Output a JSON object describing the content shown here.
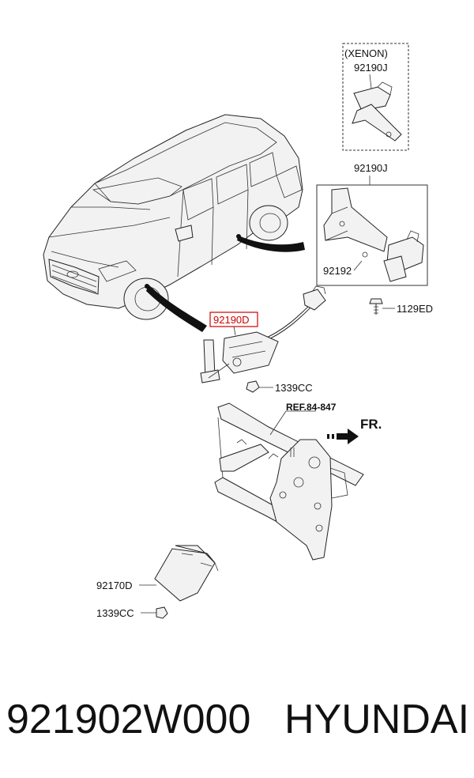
{
  "callouts": {
    "xenon": "(XENON)",
    "p_92190J_xenon": "92190J",
    "p_92190J": "92190J",
    "p_92192": "92192",
    "p_1129ED": "1129ED",
    "p_92190D": "92190D",
    "p_1339CC_top": "1339CC",
    "ref": "REF.84-847",
    "fr": "FR.",
    "p_92170D": "92170D",
    "p_1339CC_bottom": "1339CC"
  },
  "footer": {
    "part_number": "921902W000",
    "brand": "HYUNDAI"
  },
  "colors": {
    "highlight": "#d00000",
    "ink": "#111111"
  }
}
